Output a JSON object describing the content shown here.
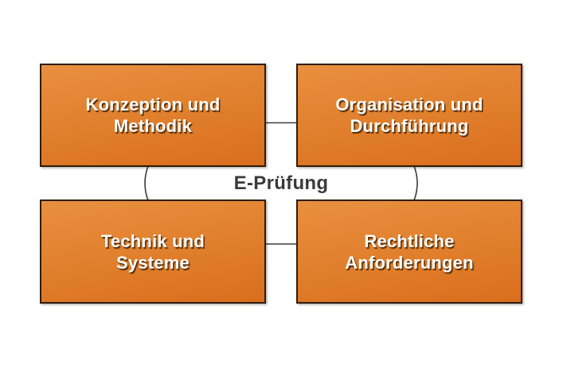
{
  "diagram": {
    "center_label": "E-Prüfung",
    "boxes": [
      {
        "name": "konzeption-und-methodik",
        "line1": "Konzeption und",
        "line2": "Methodik"
      },
      {
        "name": "organisation-und-durchfuehrung",
        "line1": "Organisation und",
        "line2": "Durchführung"
      },
      {
        "name": "technik-und-systeme",
        "line1": "Technik und",
        "line2": "Systeme"
      },
      {
        "name": "rechtliche-anforderungen",
        "line1": "Rechtliche",
        "line2": "Anforderungen"
      }
    ],
    "colors": {
      "background": "#FFFFFF",
      "box_gradient_top": "#E89040",
      "box_gradient_bottom": "#D96E1E",
      "box_border": "#2F1D09",
      "box_text": "#FFFFFF",
      "center_text": "#3A3A3A",
      "connector": "#3A3A3A"
    }
  }
}
